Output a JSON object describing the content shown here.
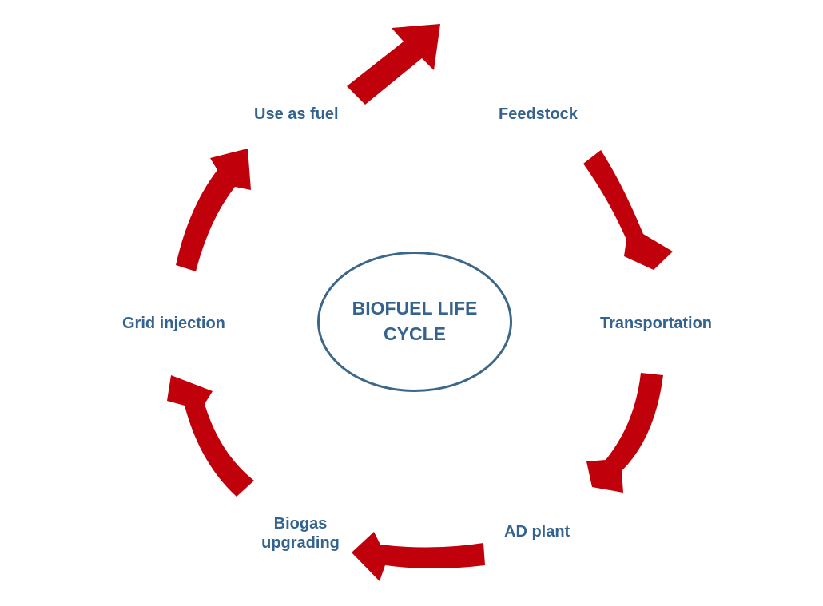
{
  "diagram": {
    "center": {
      "lines": [
        "BIOFUEL LIFE",
        "CYCLE"
      ]
    },
    "stages": [
      {
        "id": "feedstock",
        "label": "Feedstock"
      },
      {
        "id": "transportation",
        "label": "Transportation"
      },
      {
        "id": "ad_plant",
        "label": "AD plant"
      },
      {
        "id": "biogas_upgrading",
        "label_lines": [
          "Biogas",
          "upgrading"
        ]
      },
      {
        "id": "grid_injection",
        "label": "Grid injection"
      },
      {
        "id": "use_as_fuel",
        "label": "Use as fuel"
      }
    ],
    "colors": {
      "arrow": "#c0000a",
      "text": "#34638f",
      "ellipse_border": "#3c6788"
    },
    "arrows": [
      {
        "from": "feedstock",
        "to": "transportation",
        "icon": "curved-arrow"
      },
      {
        "from": "transportation",
        "to": "ad_plant",
        "icon": "curved-arrow"
      },
      {
        "from": "ad_plant",
        "to": "biogas_upgrading",
        "icon": "curved-arrow"
      },
      {
        "from": "biogas_upgrading",
        "to": "grid_injection",
        "icon": "curved-arrow"
      },
      {
        "from": "grid_injection",
        "to": "use_as_fuel",
        "icon": "curved-arrow"
      },
      {
        "from": "use_as_fuel",
        "to": "feedstock",
        "icon": "straight-arrow"
      }
    ]
  }
}
